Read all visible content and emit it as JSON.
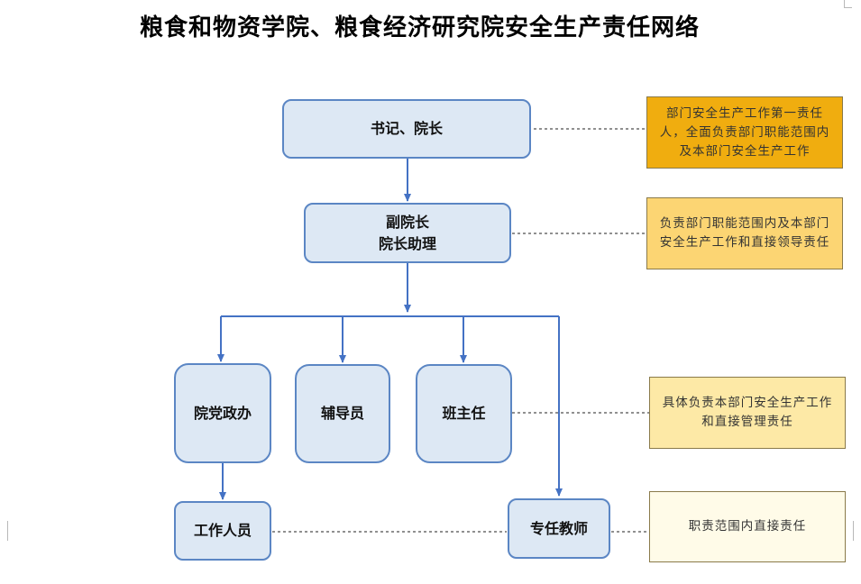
{
  "title": "粮食和物资学院、粮食经济研究院安全生产责任网络",
  "nodes": {
    "leader": "书记、院长",
    "deputy_line1": "副院长",
    "deputy_line2": "院长助理",
    "office": "院党政办",
    "counselor": "辅导员",
    "head_teacher": "班主任",
    "staff": "工作人员",
    "teacher": "专任教师"
  },
  "notes": {
    "leader_note": "部门安全生产工作第一责任人，全面负责部门职能范围内及本部门安全生产工作",
    "deputy_note": "负责部门职能范围内及本部门安全生产工作和直接领导责任",
    "middle_note": "具体负责本部门安全生产工作和直接管理责任",
    "teacher_note": "职责范围内直接责任"
  },
  "colors": {
    "box_fill": "#dde8f4",
    "box_border": "#5b86c4",
    "arrow": "#4472c4",
    "note1": "#f0ad0f",
    "note2": "#fcd573",
    "note3": "#fde9a6",
    "note4": "#fffbe8"
  }
}
